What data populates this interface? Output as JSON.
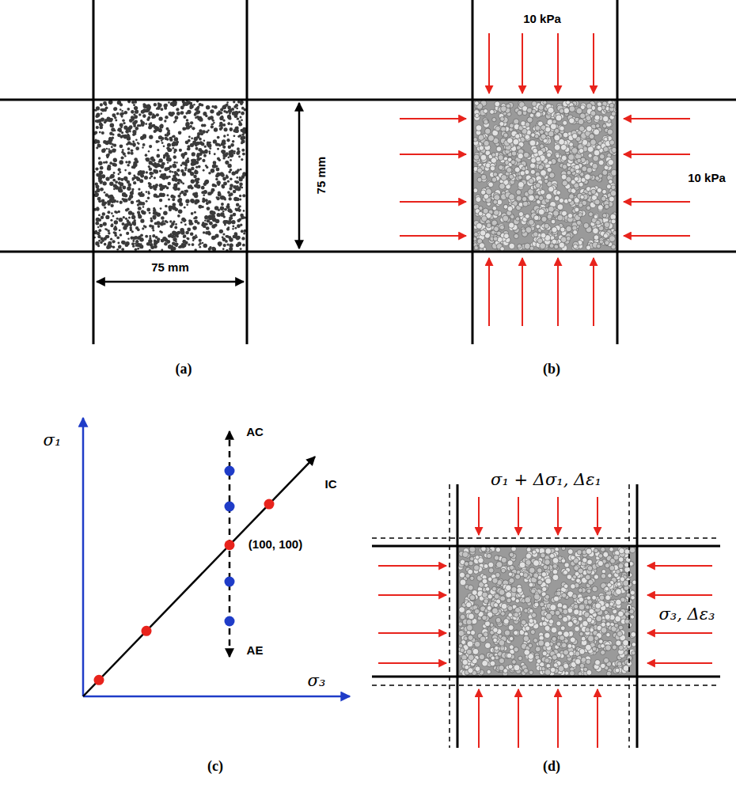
{
  "diagram": {
    "labels": [
      "75 mm",
      "75 mm",
      "(a)",
      "10 kPa",
      "10 kPa",
      "(b)",
      "σ₁",
      "AC",
      "IC",
      "(100, 100)",
      "AE",
      "σ₃",
      "(c)",
      "σ₁ + Δσ₁, Δε₁",
      "σ₃, Δε₃",
      "(d)"
    ]
  }
}
